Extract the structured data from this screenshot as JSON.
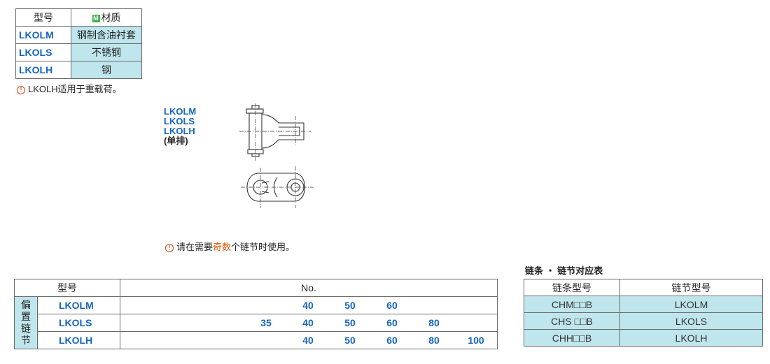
{
  "material_table": {
    "headers": {
      "model": "型号",
      "material_badge": "M",
      "material": "材质"
    },
    "rows": [
      {
        "model": "LKOLM",
        "material": "钢制含油衬套"
      },
      {
        "model": "LKOLS",
        "material": "不锈钢"
      },
      {
        "model": "LKOLH",
        "material": "钢"
      }
    ]
  },
  "note1": {
    "icon": "!",
    "text": "LKOLH适用于重载荷。"
  },
  "part_label": {
    "lines": [
      "LKOLM",
      "LKOLS",
      "LKOLH"
    ],
    "sub": "(单排)"
  },
  "note2": {
    "icon": "!",
    "before": "请在需要",
    "highlight": "奇数",
    "after": "个链节时使用。"
  },
  "link_table": {
    "header_model": "型号",
    "header_no": "No.",
    "side_label": [
      "偏",
      "置",
      "链",
      "节"
    ],
    "rows": [
      {
        "model": "LKOLM",
        "values": [
          "40",
          "50",
          "60"
        ]
      },
      {
        "model": "LKOLS",
        "values": [
          "35",
          "40",
          "50",
          "60",
          "80"
        ]
      },
      {
        "model": "LKOLH",
        "values": [
          "40",
          "50",
          "60",
          "80",
          "100"
        ]
      }
    ]
  },
  "correspondence": {
    "title": "链条 ・ 链节对应表",
    "headers": [
      "链条型号",
      "链节型号"
    ],
    "rows": [
      [
        "CHM□□B",
        "LKOLM"
      ],
      [
        "CHS □□B",
        "LKOLS"
      ],
      [
        "CHH□□B",
        "LKOLH"
      ]
    ]
  },
  "colors": {
    "model_blue": "#1565c0",
    "cell_teal": "#bfe6ec",
    "note_orange": "#e65100"
  }
}
